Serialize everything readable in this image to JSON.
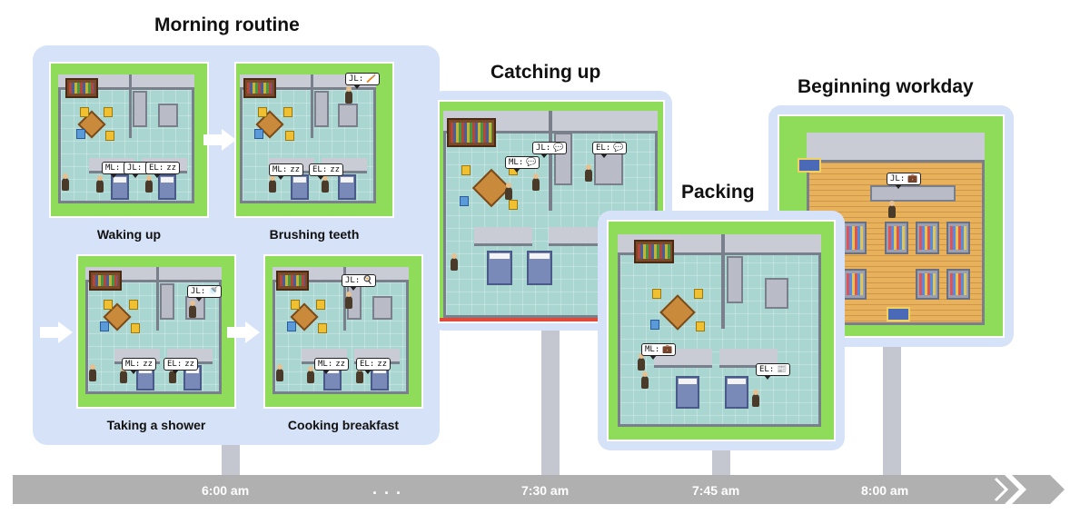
{
  "titles": {
    "morning_routine": "Morning routine",
    "catching_up": "Catching up",
    "packing": "Packing",
    "beginning_workday": "Beginning workday"
  },
  "captions": {
    "waking_up": "Waking up",
    "brushing_teeth": "Brushing teeth",
    "taking_shower": "Taking a shower",
    "cooking_breakfast": "Cooking breakfast"
  },
  "timeline": {
    "t1": "6:00 am",
    "ellipsis": "...",
    "t2": "7:30 am",
    "t3": "7:45 am",
    "t4": "8:00 am"
  },
  "bubbles": {
    "jl": "JL:",
    "ml": "ML:",
    "el": "EL:",
    "sleep": "zz",
    "chat": "💬",
    "tooth": "🪥",
    "shower": "🚿",
    "cook": "🍳",
    "bag": "💼",
    "work": "💼",
    "news": "📰"
  },
  "colors": {
    "panel": "#d6e2f7",
    "grass": "#8fdc5a",
    "timeline": "#b0b0b0"
  }
}
